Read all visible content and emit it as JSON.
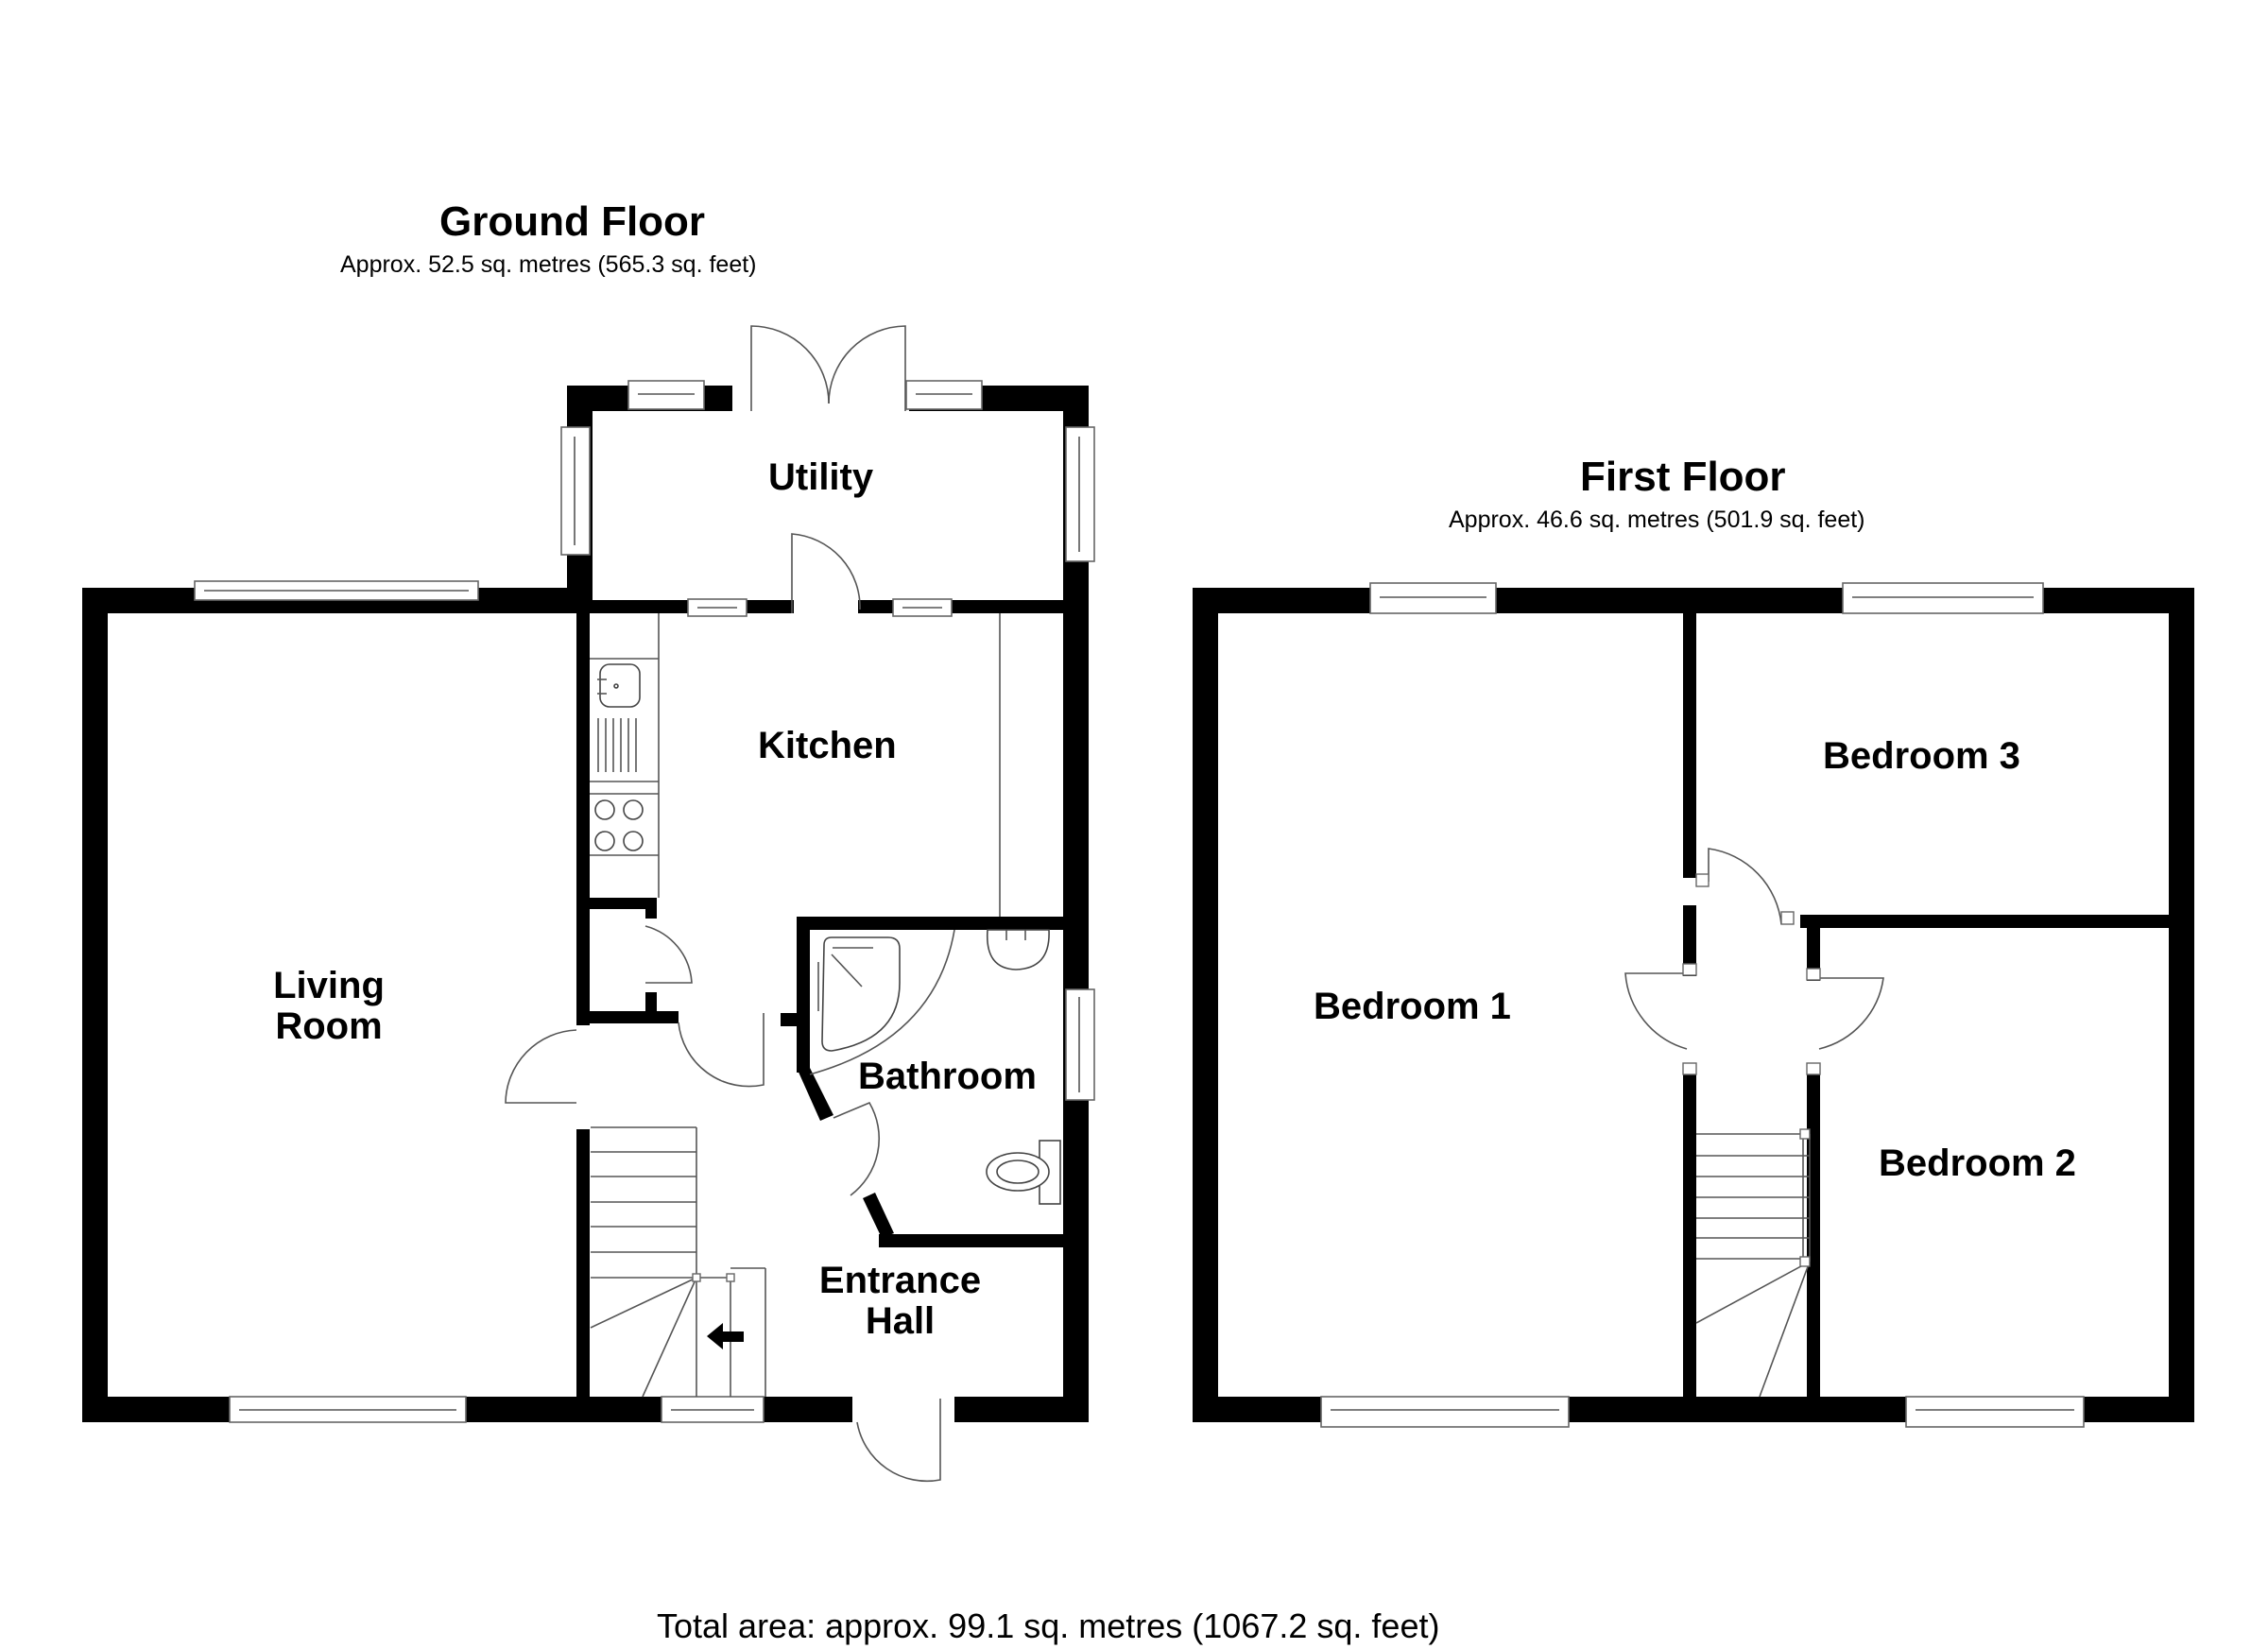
{
  "ground_floor": {
    "title": "Ground Floor",
    "area": "Approx. 52.5 sq. metres (565.3 sq. feet)",
    "rooms": {
      "utility": "Utility",
      "kitchen": "Kitchen",
      "living_line1": "Living",
      "living_line2": "Room",
      "bathroom": "Bathroom",
      "hall_line1": "Entrance",
      "hall_line2": "Hall"
    }
  },
  "first_floor": {
    "title": "First Floor",
    "area": "Approx. 46.6 sq. metres (501.9 sq. feet)",
    "rooms": {
      "bedroom1": "Bedroom 1",
      "bedroom2": "Bedroom 2",
      "bedroom3": "Bedroom 3"
    }
  },
  "total_area": "Total area: approx. 99.1 sq. metres (1067.2 sq. feet)",
  "colors": {
    "wall": "#000000",
    "background": "#ffffff",
    "linework": "#555555"
  },
  "icons": {
    "stairs_direction": "arrow-left-icon"
  }
}
